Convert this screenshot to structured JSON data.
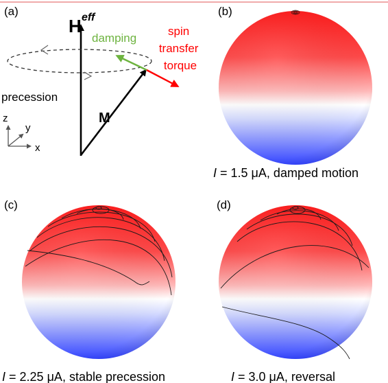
{
  "panels": {
    "a": {
      "tag": "(a)",
      "field_label_main": "H",
      "field_label_sub": "eff",
      "damping_label": "damping",
      "spin_torque_lines": [
        "spin",
        "transfer",
        "torque"
      ],
      "precession_label": "precession",
      "magnetization_label": "M",
      "axes": {
        "z": "z",
        "y": "y",
        "x": "x"
      }
    },
    "b": {
      "tag": "(b)",
      "caption_var": "I",
      "caption_rest": " = 1.5 μA, damped motion"
    },
    "c": {
      "tag": "(c)",
      "caption_var": "I",
      "caption_rest": " = 2.25 μA, stable precession"
    },
    "d": {
      "tag": "(d)",
      "caption_var": "I",
      "caption_rest": " = 3.0 μA, reversal"
    }
  },
  "colors": {
    "north": "#ff0000",
    "equator": "#ffffff",
    "south": "#3344ff",
    "damping": "#6db33f",
    "spin_torque": "#ff0000",
    "frame_line": "#e87878"
  }
}
